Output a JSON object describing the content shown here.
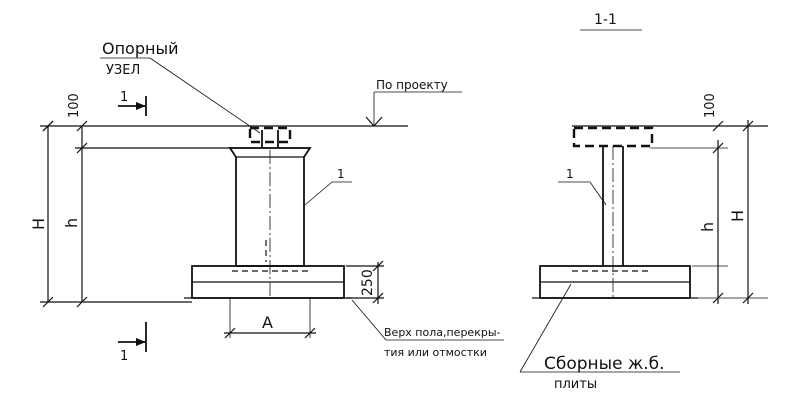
{
  "labels": {
    "support_node_1": "Опорный",
    "support_node_2": "УЗЕЛ",
    "by_project": "По проекту",
    "dim_100_left": "100",
    "dim_100_right": "100",
    "dim_H_left": "H",
    "dim_h_left": "h",
    "dim_H_right": "H",
    "dim_h_right": "h",
    "dim_250": "250",
    "dim_A": "A",
    "section_mark_top": "1",
    "section_mark_bottom": "1",
    "callout_1_left": "1",
    "callout_1_right": "1",
    "section_title": "1-1",
    "floor_note_1": "Верх пола,перекры-",
    "floor_note_2": "тия или отмостки",
    "slabs_1": "Сборные ж.б.",
    "slabs_2": "плиты"
  }
}
